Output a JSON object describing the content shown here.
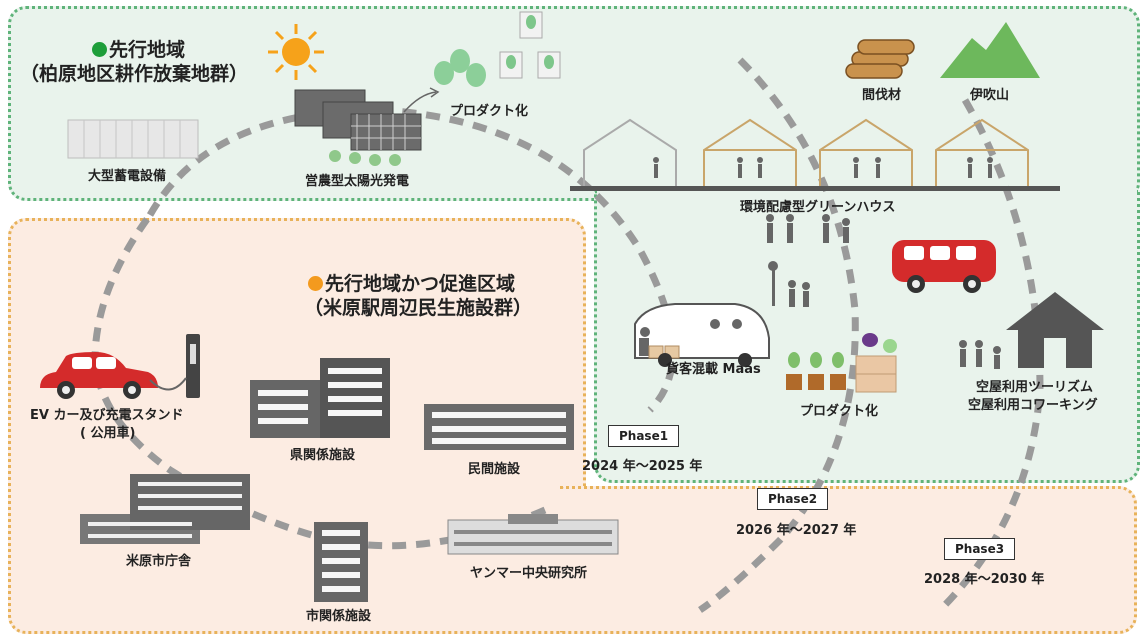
{
  "zones": {
    "advanced": {
      "title": "先行地域",
      "subtitle": "（柏原地区耕作放棄地群）",
      "dot_color": "#1e9e3a",
      "fill": "#e9f3ec",
      "border": "#5fb37a"
    },
    "promotion": {
      "title": "先行地域かつ促進区域",
      "subtitle": "（米原駅周辺民生施設群）",
      "dot_color": "#f39a1e",
      "fill": "#fcece2",
      "border": "#e8b25a"
    }
  },
  "labels": {
    "battery": "大型蓄電設備",
    "solar": "営農型太陽光発電",
    "product_top": "プロダクト化",
    "timber": "間伐材",
    "ibuki": "伊吹山",
    "greenhouse": "環境配慮型グリーンハウス",
    "maas": "貨客混載 Maas",
    "product_bottom": "プロダクト化",
    "vacant_tourism": "空屋利用ツーリズム",
    "vacant_coworking": "空屋利用コワーキング",
    "ev_line1": "EV カー及び充電スタンド",
    "ev_line2": "( 公用車)",
    "prefecture": "県関係施設",
    "private": "民間施設",
    "city_hall": "米原市庁舎",
    "yanmar": "ヤンマー中央研究所",
    "city_facility": "市関係施設"
  },
  "phases": [
    {
      "name": "Phase1",
      "years": "2024 年～2025 年"
    },
    {
      "name": "Phase2",
      "years": "2026 年～2027 年"
    },
    {
      "name": "Phase3",
      "years": "2028 年～2030 年"
    }
  ],
  "icons": [
    "sun-icon",
    "leaf-icon",
    "product-package-icon",
    "solar-panel-icon",
    "battery-icon",
    "log-icon",
    "mountain-icon",
    "greenhouse-icon",
    "people-icon",
    "van-icon",
    "house-icon",
    "ev-car-icon",
    "charging-station-icon",
    "building-icon",
    "seedling-icon",
    "box-icon"
  ],
  "colors": {
    "path": "#9a9a9a",
    "greenhouse_wood": "#c9a56a",
    "van": "#d42b2b",
    "mountain": "#6db85c",
    "house": "#555555"
  }
}
